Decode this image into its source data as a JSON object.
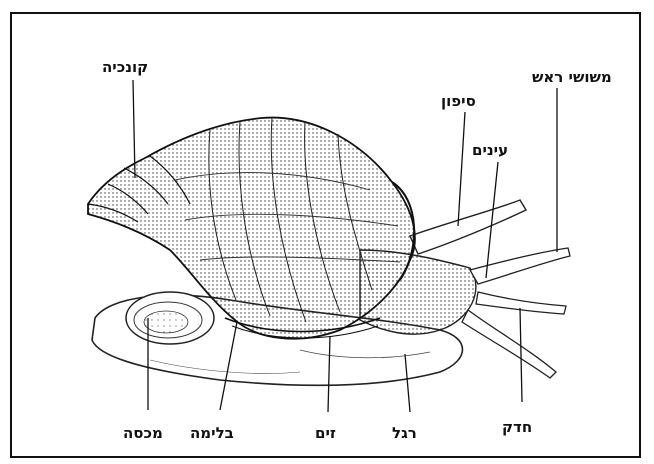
{
  "labels": {
    "shell": "קונכיה",
    "head_tentacles": "משושי ראש",
    "siphon": "סיפון",
    "eyes": "עינים",
    "operculum": "מכסה",
    "protrusion": "בלימה",
    "gill": "זים",
    "foot": "רגל",
    "proboscis": "חדק"
  },
  "colors": {
    "ink": "#111111",
    "paper": "#ffffff"
  }
}
